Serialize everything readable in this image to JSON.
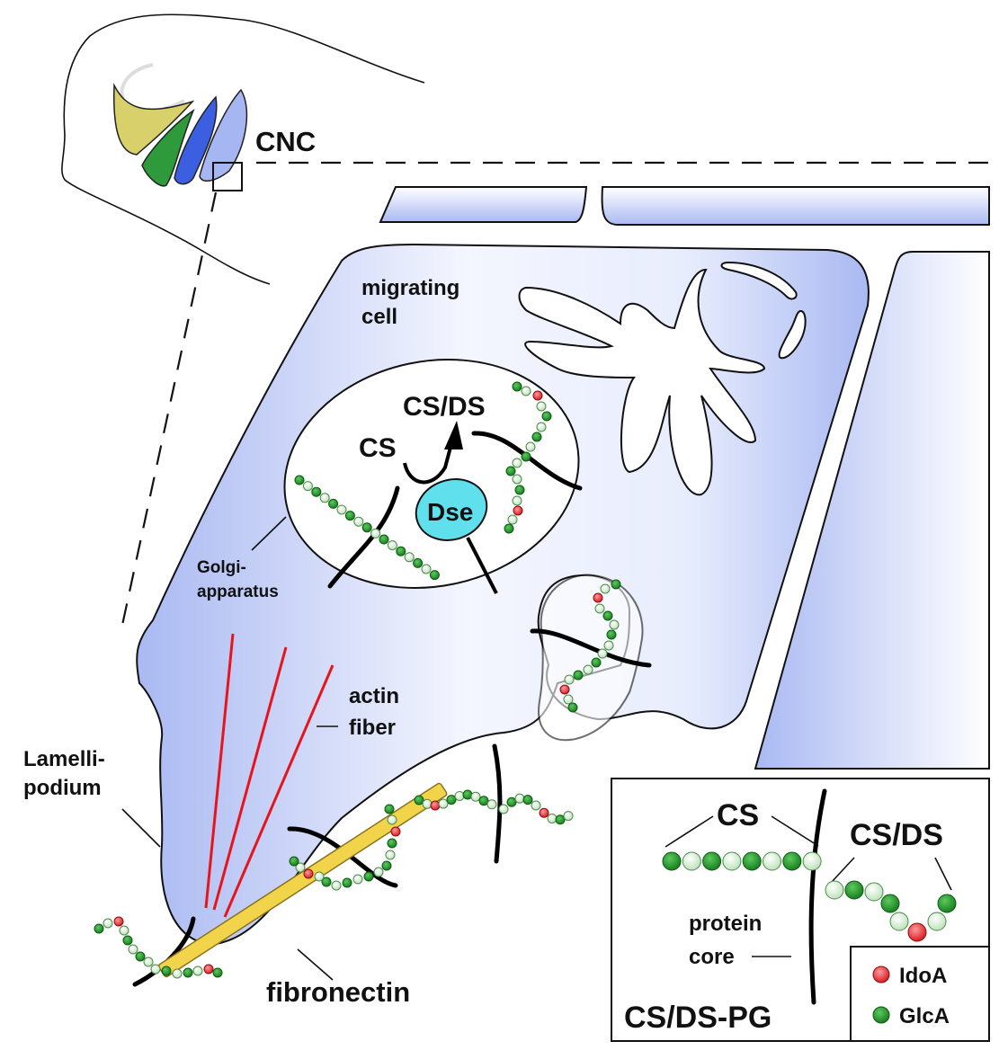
{
  "labels": {
    "cnc": "CNC",
    "migrating_cell_1": "migrating",
    "migrating_cell_2": "cell",
    "cs_golgi": "CS",
    "csds_golgi": "CS/DS",
    "dse": "Dse",
    "golgi_1": "Golgi-",
    "golgi_2": "apparatus",
    "actin_1": "actin",
    "actin_2": "fiber",
    "lamelli_1": "Lamelli-",
    "lamelli_2": "podium",
    "fibronectin": "fibronectin"
  },
  "inset": {
    "cs_label": "CS",
    "csds_label": "CS/DS",
    "protein_1": "protein",
    "protein_2": "core",
    "title": "CS/DS-PG",
    "cs_chain": [
      "GlcA",
      "other",
      "GlcA",
      "other",
      "GlcA",
      "other",
      "GlcA",
      "other"
    ],
    "csds_chain": [
      "other",
      "GlcA",
      "other",
      "GlcA",
      "other",
      "IdoA",
      "other",
      "GlcA"
    ],
    "legend": [
      {
        "label": "IdoA",
        "kind": "IdoA"
      },
      {
        "label": "GlcA",
        "kind": "GlcA"
      }
    ]
  },
  "colors": {
    "cell_fill": "#a9b9f2",
    "GlcA": "#1f8a24",
    "other": "#d8f0d6",
    "IdoA": "#e0262b",
    "fibronectin": "#f2d44a",
    "dse": "#5fe0ec",
    "actin": "#e8141c",
    "cnc_yellow": "#d8d06a",
    "cnc_green": "#2f9a3c",
    "cnc_blue": "#3b5fe0",
    "cnc_lightblue": "#a6b6f2"
  }
}
